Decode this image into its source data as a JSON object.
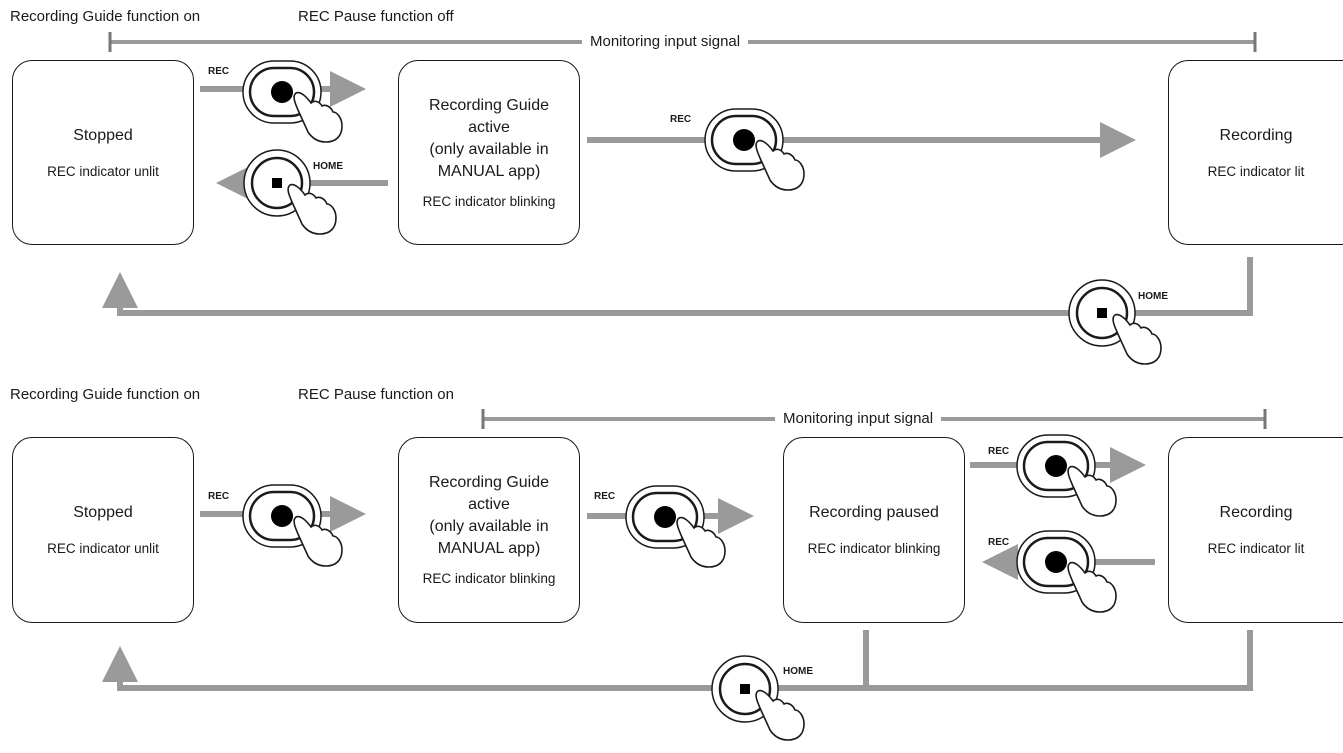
{
  "diagram_top": {
    "heading_left": "Recording Guide function on",
    "heading_right": "REC Pause function off",
    "monitor_label": "Monitoring input signal",
    "stopped": {
      "title": "Stopped",
      "indicator": "REC indicator unlit"
    },
    "guide": {
      "title_1": "Recording Guide",
      "title_2": "active",
      "title_3": "(only available in",
      "title_4": "MANUAL app)",
      "indicator": "REC indicator blinking"
    },
    "recording": {
      "title": "Recording",
      "indicator": "REC indicator lit"
    },
    "btn_rec_1": "REC",
    "btn_home_1": "HOME",
    "btn_rec_2": "REC",
    "btn_home_2": "HOME"
  },
  "diagram_bottom": {
    "heading_left": "Recording Guide function on",
    "heading_right": "REC Pause function on",
    "monitor_label": "Monitoring input signal",
    "stopped": {
      "title": "Stopped",
      "indicator": "REC indicator unlit"
    },
    "guide": {
      "title_1": "Recording Guide",
      "title_2": "active",
      "title_3": "(only available in",
      "title_4": "MANUAL app)",
      "indicator": "REC indicator blinking"
    },
    "paused": {
      "title": "Recording paused",
      "indicator": "REC indicator blinking"
    },
    "recording": {
      "title": "Recording",
      "indicator": "REC indicator lit"
    },
    "btn_rec_1": "REC",
    "btn_rec_2": "REC",
    "btn_rec_3": "REC",
    "btn_rec_4": "REC",
    "btn_home": "HOME"
  },
  "colors": {
    "arrow": "#9a9a9a",
    "stroke": "#1a1a1a"
  }
}
